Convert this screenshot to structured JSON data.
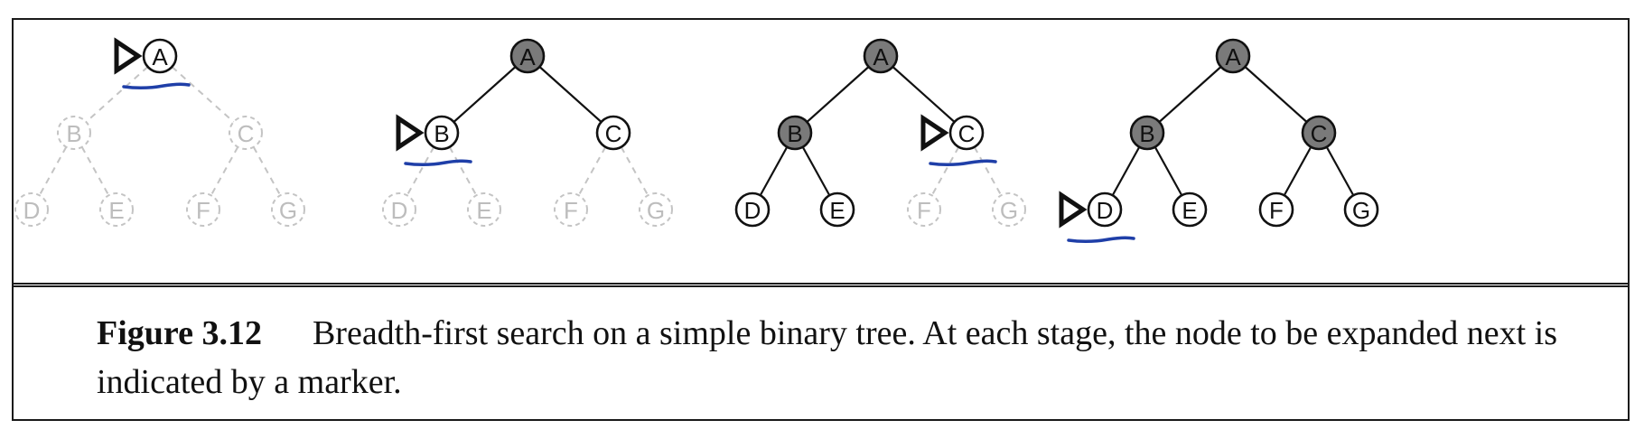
{
  "figure": {
    "label": "Figure 3.12",
    "caption": "Breadth-first search on a simple binary tree. At each stage, the node to be expanded next is indicated by a marker."
  },
  "diagram": {
    "nodes": [
      "A",
      "B",
      "C",
      "D",
      "E",
      "F",
      "G"
    ],
    "edges": [
      [
        "A",
        "B"
      ],
      [
        "A",
        "C"
      ],
      [
        "B",
        "D"
      ],
      [
        "B",
        "E"
      ],
      [
        "C",
        "F"
      ],
      [
        "C",
        "G"
      ]
    ],
    "colors": {
      "expanded_fill": "#7a7a7a",
      "frontier_fill": "#ffffff",
      "node_stroke": "#111111",
      "unseen_stroke": "#c4c4c4",
      "unseen_text": "#bdbdbd",
      "annotation_ink": "#1f3fa8"
    },
    "stages": [
      {
        "expanded": [],
        "frontier": [
          "A"
        ],
        "unseen": [
          "B",
          "C",
          "D",
          "E",
          "F",
          "G"
        ],
        "marker": "A"
      },
      {
        "expanded": [
          "A"
        ],
        "frontier": [
          "B",
          "C"
        ],
        "unseen": [
          "D",
          "E",
          "F",
          "G"
        ],
        "marker": "B"
      },
      {
        "expanded": [
          "A",
          "B"
        ],
        "frontier": [
          "C",
          "D",
          "E"
        ],
        "unseen": [
          "F",
          "G"
        ],
        "marker": "C"
      },
      {
        "expanded": [
          "A",
          "B",
          "C"
        ],
        "frontier": [
          "D",
          "E",
          "F",
          "G"
        ],
        "unseen": [],
        "marker": "D"
      }
    ]
  }
}
